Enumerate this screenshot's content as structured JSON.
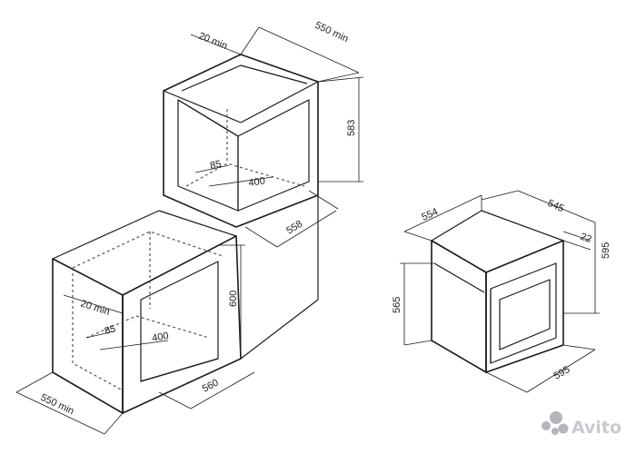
{
  "diagram": {
    "dimensions": {
      "upper_gap": "20 min",
      "upper_depth": "550 min",
      "upper_height": "583",
      "upper_width": "558",
      "upper_vent_85": "85",
      "upper_vent_400": "400",
      "lower_gap": "20 min",
      "lower_height": "600",
      "lower_width": "560",
      "lower_depth": "550 min",
      "lower_vent_85": "85",
      "lower_vent_400": "400",
      "oven_width_top": "554",
      "oven_depth": "545",
      "oven_front": "22",
      "oven_height": "595",
      "oven_body_height": "565",
      "oven_width": "595"
    },
    "colors": {
      "line": "#1a1a1a",
      "dashed": "#555555",
      "watermark": "#9aa0a6"
    }
  },
  "watermark": {
    "text": "Avito",
    "icon": "avito-logo-icon"
  }
}
